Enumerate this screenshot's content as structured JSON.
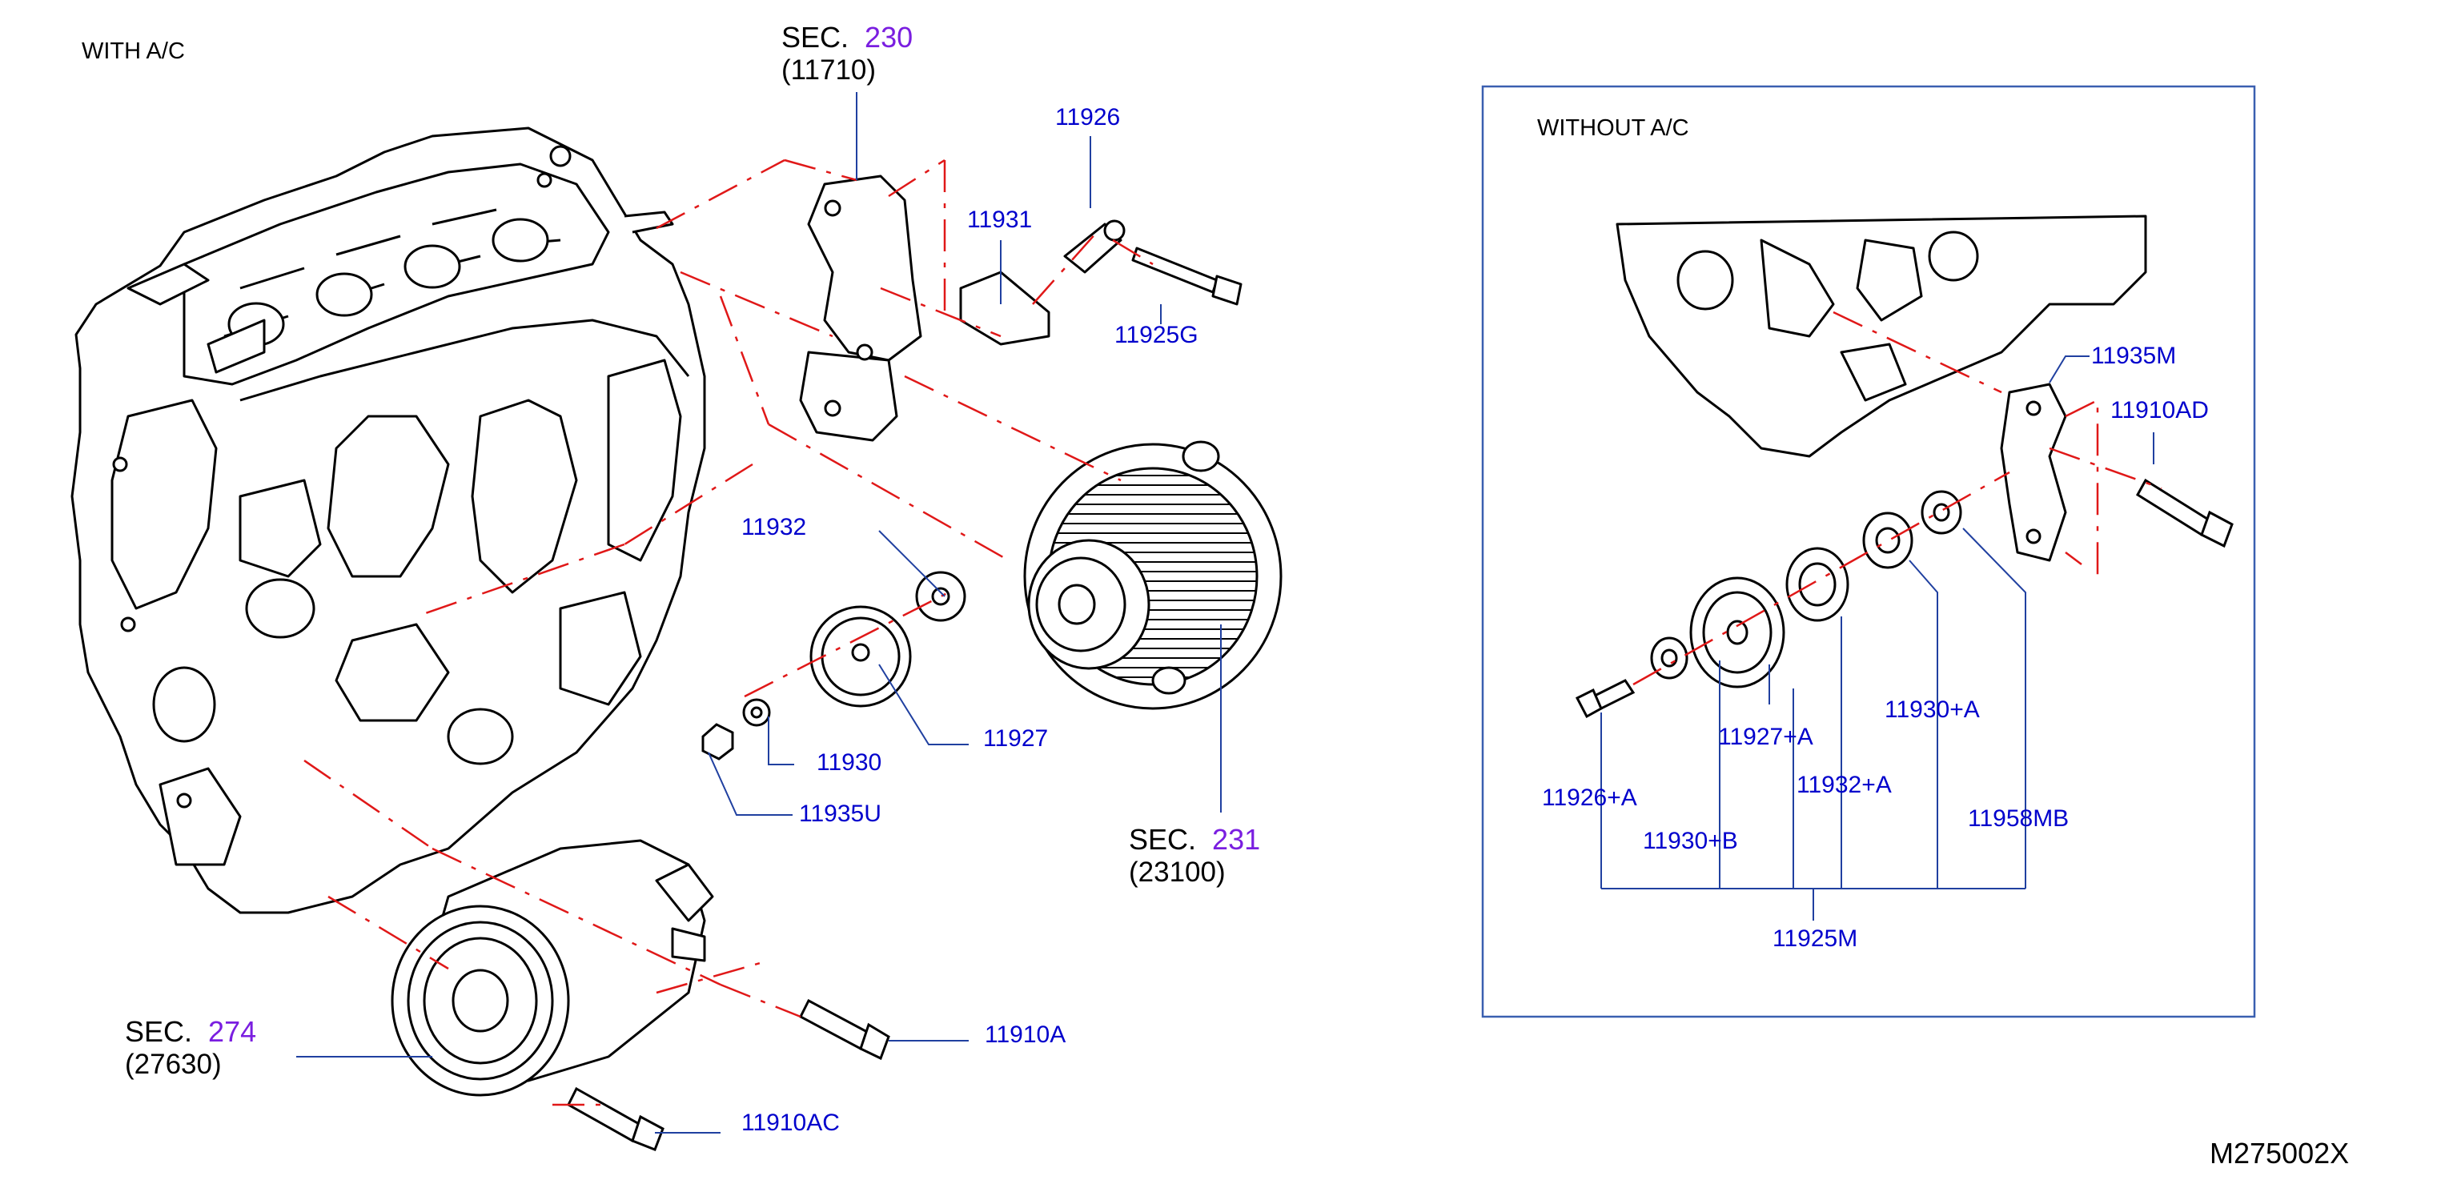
{
  "headers": {
    "with_ac": "WITH  A/C",
    "without_ac": "WITHOUT  A/C"
  },
  "sections": [
    {
      "prefix": "SEC.",
      "number": "230",
      "ref": "(11710)"
    },
    {
      "prefix": "SEC.",
      "number": "231",
      "ref": "(23100)"
    },
    {
      "prefix": "SEC.",
      "number": "274",
      "ref": "(27630)"
    }
  ],
  "parts_with_ac": [
    "11926",
    "11931",
    "11925G",
    "11932",
    "11927",
    "11930",
    "11935U",
    "11910A",
    "11910AC"
  ],
  "parts_without_ac": [
    "11935M",
    "11910AD",
    "11927+A",
    "11930+A",
    "11926+A",
    "11932+A",
    "11958MB",
    "11930+B",
    "11925M"
  ],
  "diagram_code": "M275002X",
  "colors": {
    "part_label": "#0000cc",
    "section_number": "#7a1ee0",
    "centerline": "#e01818",
    "leader": "#2040a0",
    "inset_frame": "#3a5fb0"
  }
}
